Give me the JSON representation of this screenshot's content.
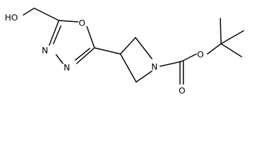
{
  "molecule": {
    "atoms": {
      "hydroxyl": "HO",
      "ring_oxygen": "O",
      "nitrogen_left": "N",
      "nitrogen_right": "N",
      "azetidine_nitrogen": "N",
      "ester_oxygen": "O",
      "carbonyl_oxygen": "O"
    },
    "colors": {
      "ink": "#000000",
      "background": "#ffffff"
    }
  }
}
